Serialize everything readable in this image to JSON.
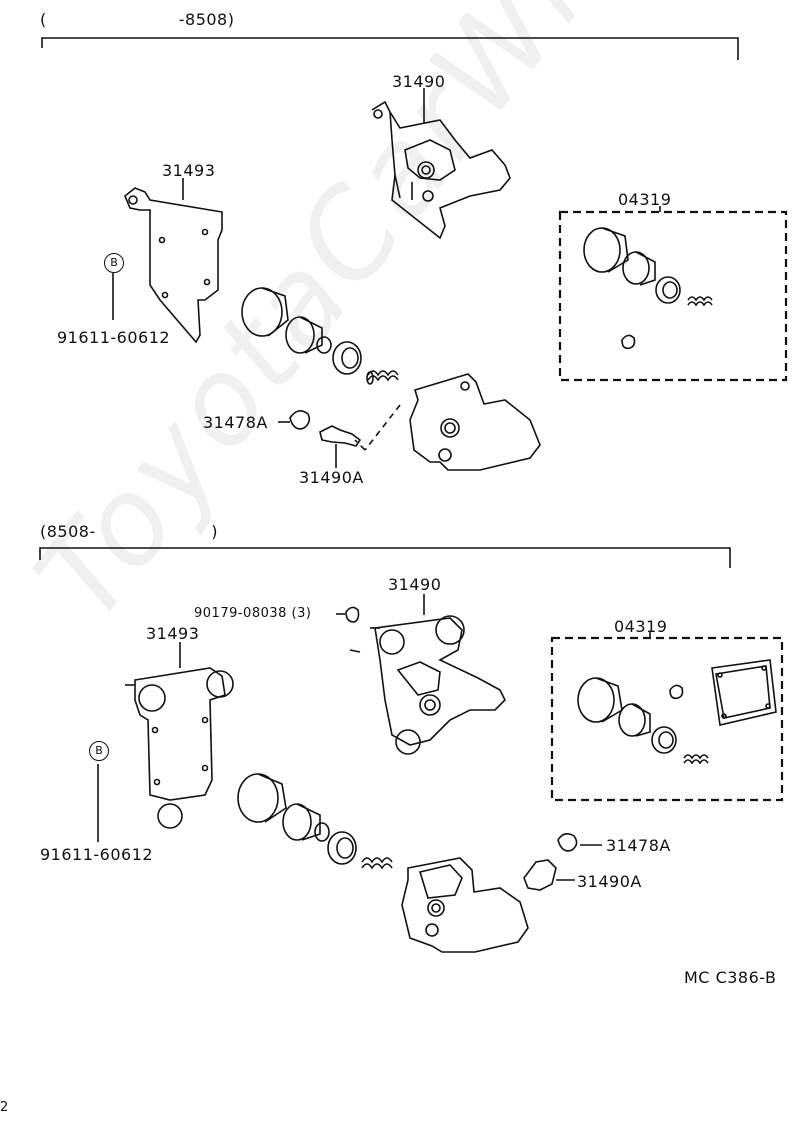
{
  "watermark": "ToyotaCarWine.ru",
  "sections": [
    {
      "range": "(        -8508)",
      "parts": {
        "caliper": "31490",
        "bracket": "31493",
        "kit": "04319",
        "bolt_circle": "B",
        "bolt": "91611-60612",
        "cap": "31478A",
        "bleeder": "31490A"
      }
    },
    {
      "range": "(8508-       )",
      "parts": {
        "caliper": "31490",
        "screw": "90179-08038 (3)",
        "bracket": "31493",
        "kit": "04319",
        "bolt_circle": "B",
        "bolt": "91611-60612",
        "cap": "31478A",
        "bleeder": "31490A"
      }
    }
  ],
  "figure_code": "MC C386-B",
  "page_mark": "2"
}
